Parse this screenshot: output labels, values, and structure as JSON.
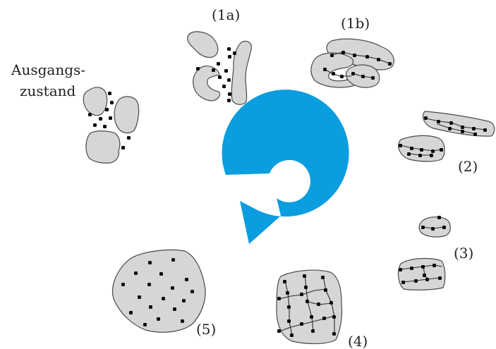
{
  "labels": {
    "start_line1": "Ausgangs-",
    "start_line2": "zustand",
    "stage_1a": "(1a)",
    "stage_1b": "(1b)",
    "stage_2": "(2)",
    "stage_3": "(3)",
    "stage_4": "(4)",
    "stage_5": "(5)"
  },
  "colors": {
    "cycle_arrow": "#0a9de0",
    "particle_fill": "#d6d6d6",
    "particle_outline": "#4a4a4a",
    "dots": "#0b0b0b"
  },
  "icons": {
    "cycle": "circular-arrow-icon"
  }
}
